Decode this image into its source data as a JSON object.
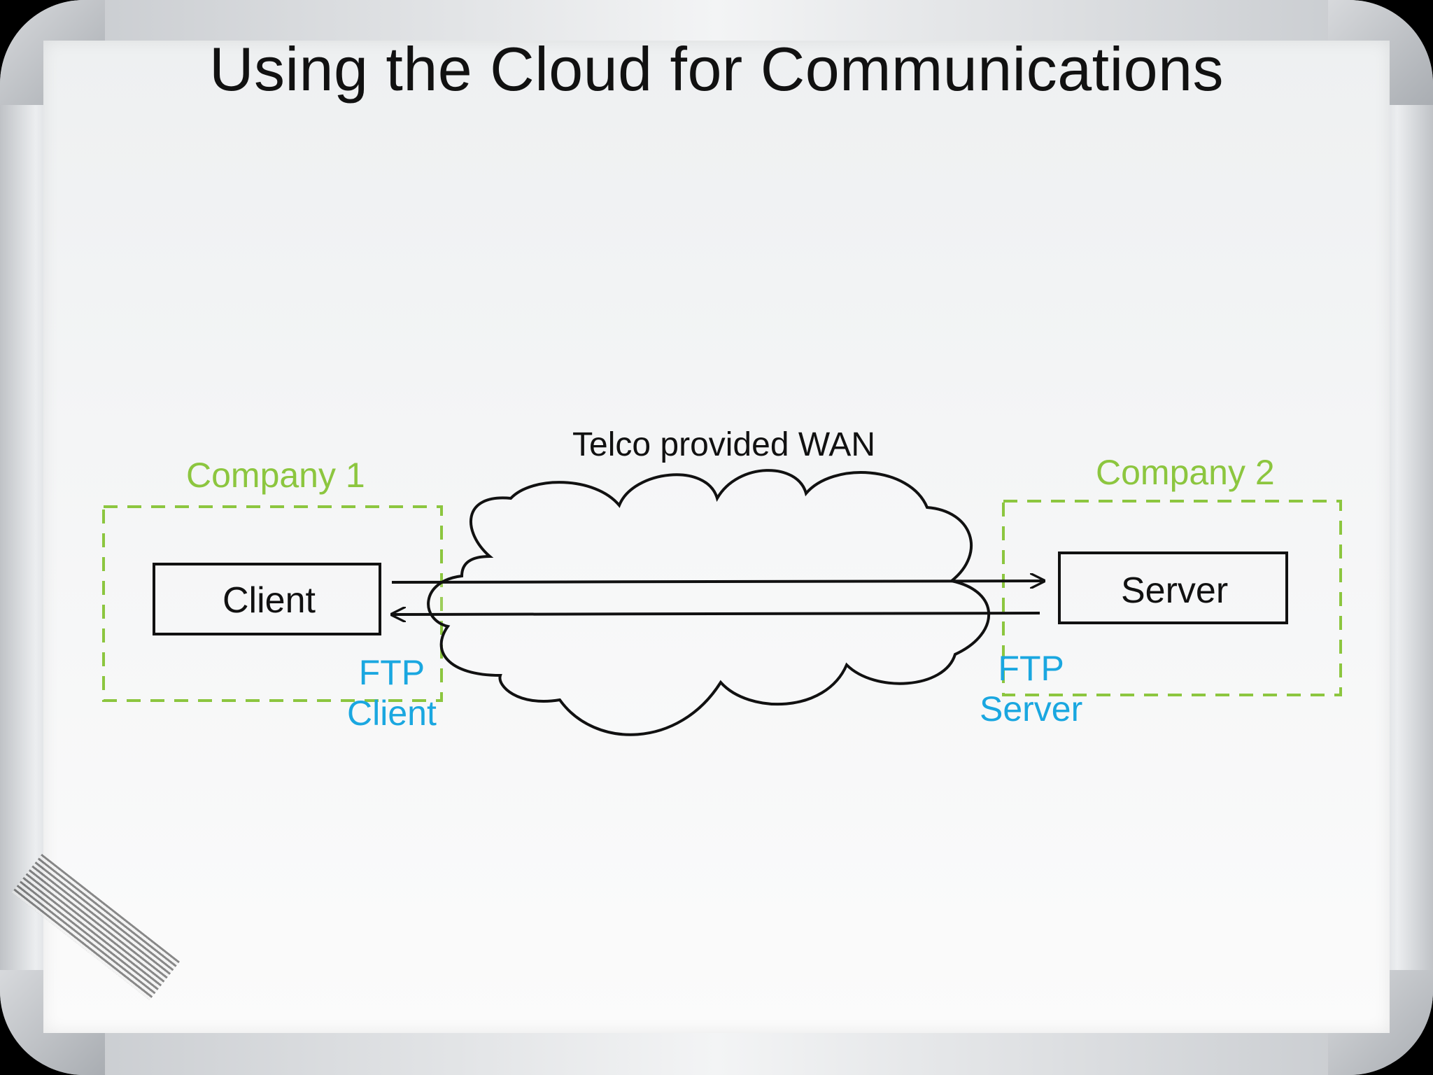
{
  "slide": {
    "title": "Using the Cloud for Communications"
  },
  "diagram": {
    "cloud_label": "Telco provided WAN",
    "company1": {
      "label": "Company 1",
      "node_label": "Client",
      "ftp_line1": "FTP",
      "ftp_line2": "Client"
    },
    "company2": {
      "label": "Company 2",
      "node_label": "Server",
      "ftp_line1": "FTP",
      "ftp_line2": "Server"
    }
  },
  "colors": {
    "company_border": "#8cc63f",
    "ftp_text": "#1aa7e0",
    "lines": "#111111"
  }
}
